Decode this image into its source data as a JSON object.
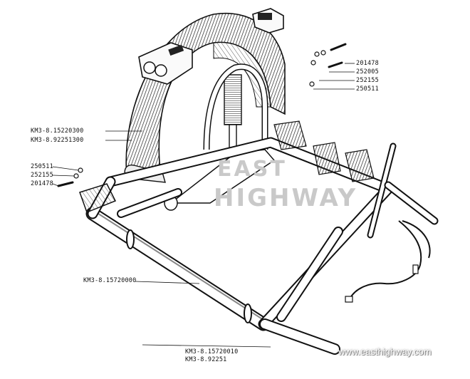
{
  "diagram": {
    "watermark": {
      "line1": "EAST",
      "line2": "HIGHWAY"
    },
    "site_url": "www.easthighway.com",
    "part_labels": {
      "fender_frame": "KM3-8.15220300",
      "fender_bolt": "KM3-8.92251300",
      "washer_left_a": "250511",
      "washer_left_b": "252155",
      "bolt_left": "201478",
      "bolt_right": "201478",
      "washer_right_a": "252005",
      "washer_right_b": "252155",
      "nut_right": "250511",
      "main_tube": "KM3-8.15720000",
      "frame_assembly": "KM3-8.15720010",
      "frame_bolt": "KM3-8.92251"
    }
  }
}
